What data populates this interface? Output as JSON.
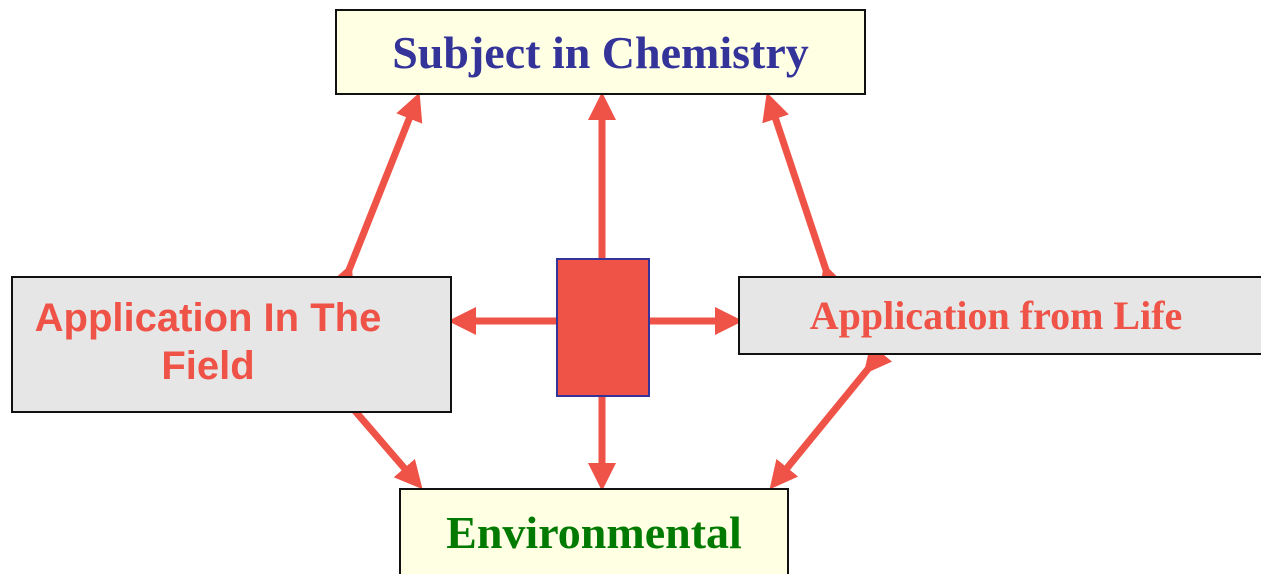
{
  "diagram": {
    "nodes": {
      "top": "Subject in Chemistry",
      "left": "Application In The Field",
      "right": "Application from Life",
      "bottom": "Environmental"
    }
  },
  "colors": {
    "arrow": "#ef5246",
    "center_fill": "#ef5246",
    "center_border": "#333399",
    "top_text": "#333399",
    "bottom_text": "#007a00",
    "side_text": "#ef5246",
    "yellow_box": "#ffffe4",
    "gray_box": "#e6e6e6"
  }
}
